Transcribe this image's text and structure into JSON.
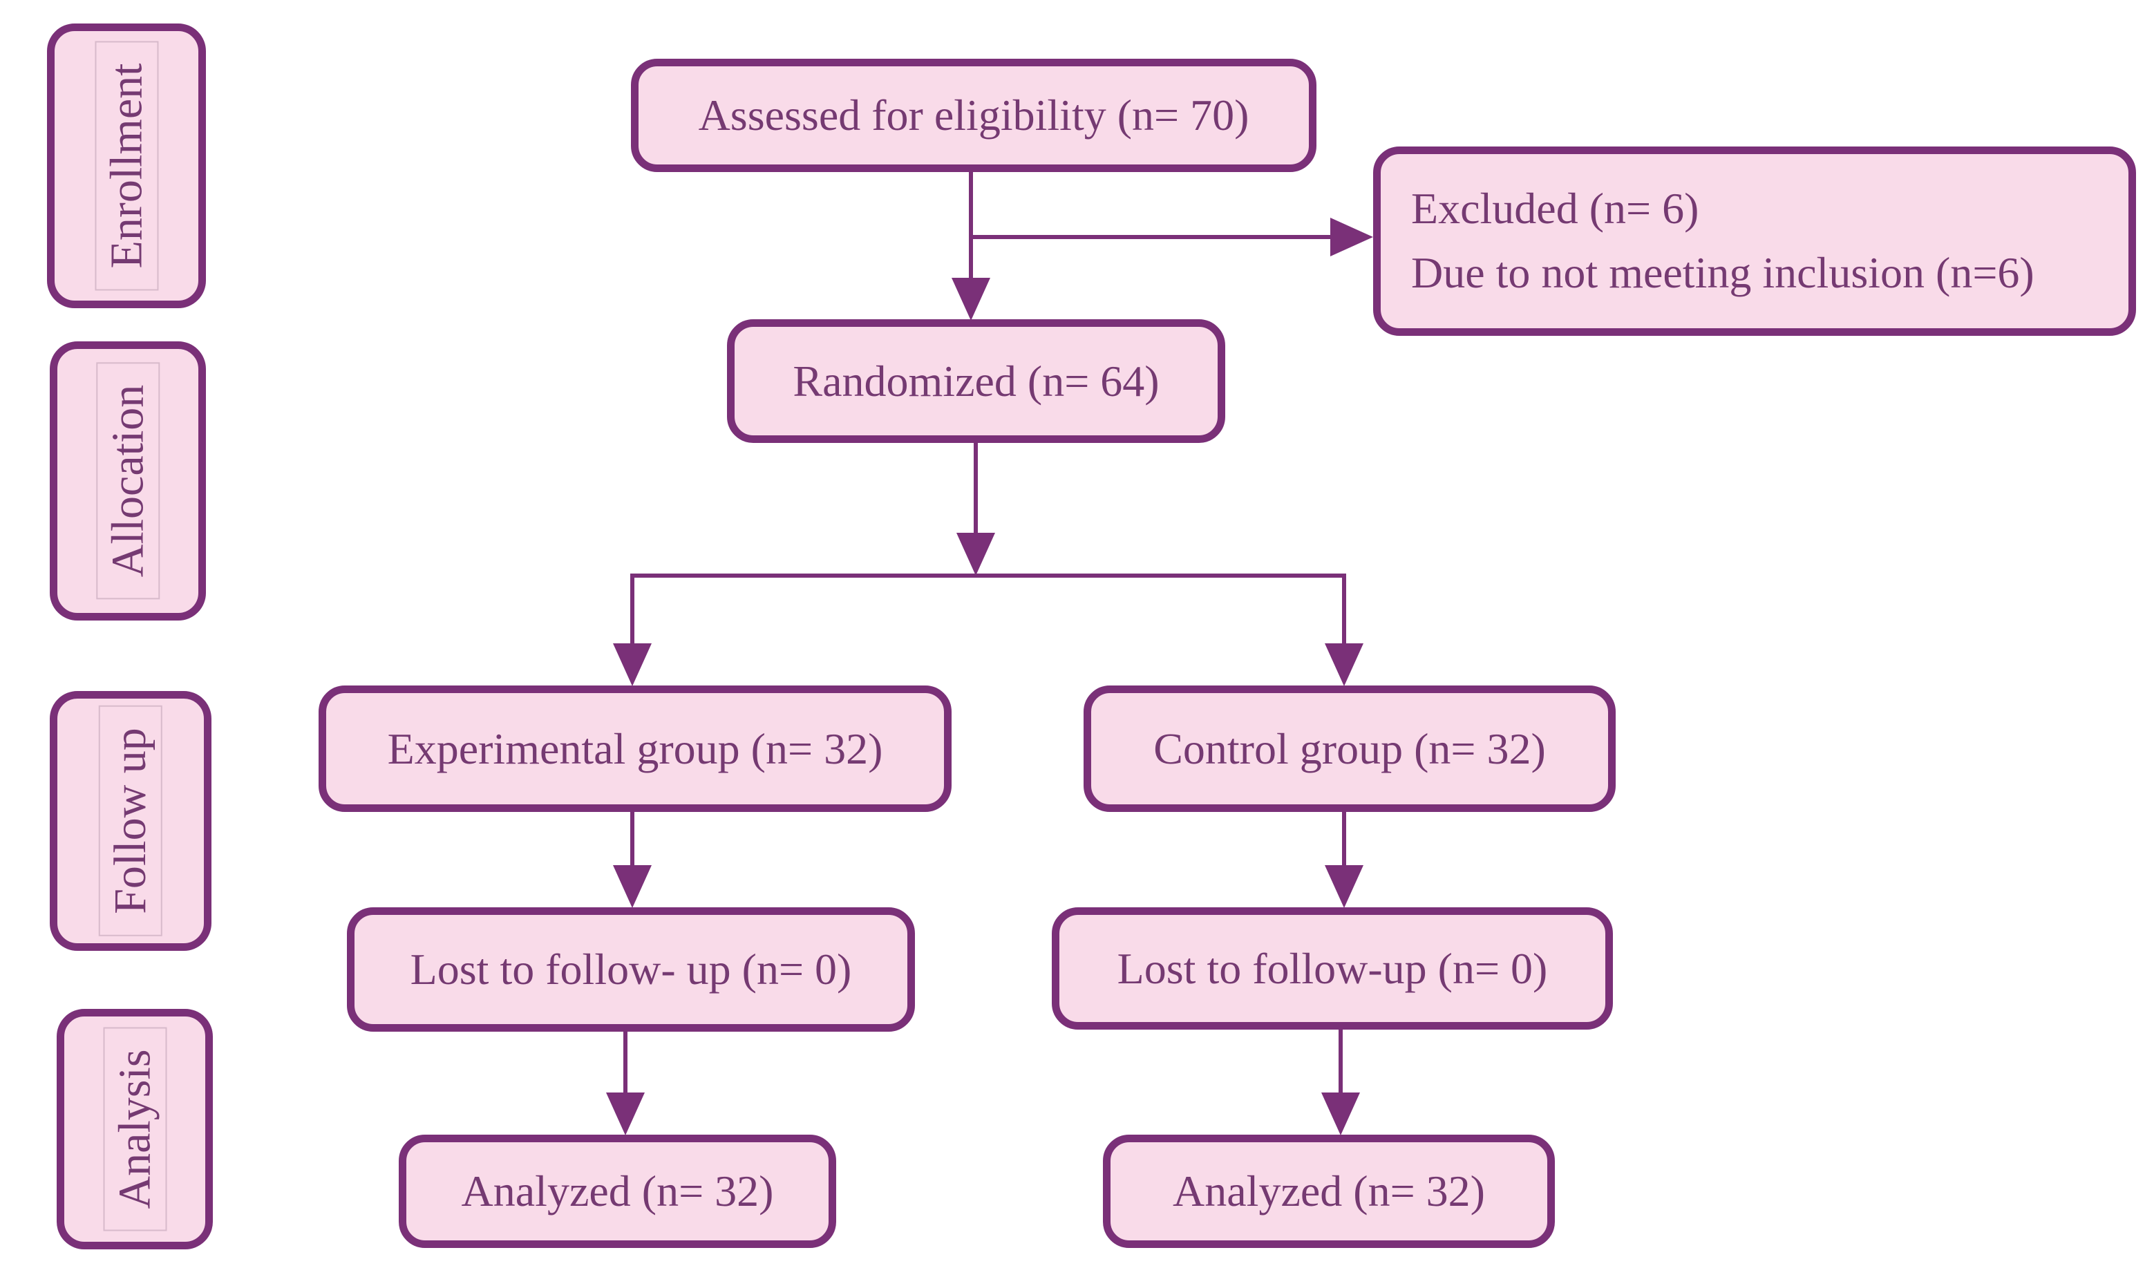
{
  "palette": {
    "page_bg": "#ffffff",
    "box_fill": "#f9dbe9",
    "box_border": "#7a3078",
    "text_color": "#753a72",
    "line_color": "#7a3078"
  },
  "stages": [
    {
      "label": "Enrollment"
    },
    {
      "label": "Allocation"
    },
    {
      "label": "Follow up"
    },
    {
      "label": "Analysis"
    }
  ],
  "flow": {
    "assessed": "Assessed for eligibility (n= 70)",
    "excluded_line1": "Excluded (n= 6)",
    "excluded_line2": "Due to not meeting inclusion (n=6)",
    "randomized": "Randomized (n= 64)",
    "experimental": "Experimental group (n= 32)",
    "control": "Control group (n= 32)",
    "lost_experimental": "Lost to follow- up (n= 0)",
    "lost_control": "Lost to follow-up (n= 0)",
    "analyzed_experimental": "Analyzed (n= 32)",
    "analyzed_control": "Analyzed (n= 32)"
  }
}
